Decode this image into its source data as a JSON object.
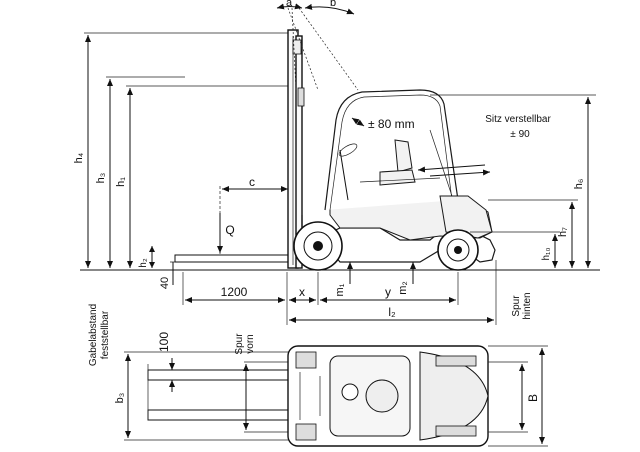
{
  "side_view": {
    "dimensions": {
      "a": "a",
      "b": "b",
      "h4": "h₄",
      "h3": "h₃",
      "h1": "h₁",
      "h2": "h₂",
      "h6": "h₆",
      "h7": "h₇",
      "h10": "h₁₀",
      "c": "c",
      "Q": "Q",
      "fork_offset": "40",
      "load_length": "1200",
      "x": "x",
      "y": "y",
      "m1": "m₁",
      "m2": "m₂",
      "l2": "l₂"
    },
    "annotations": {
      "seat_travel": "± 80 mm",
      "seat_adjust_title": "Sitz verstellbar",
      "seat_adjust_value": "± 90"
    }
  },
  "top_view": {
    "dimensions": {
      "fork_width": "100",
      "b3": "b₃",
      "B": "B"
    },
    "labels": {
      "fork_spacing_line1": "Gabelabstand",
      "fork_spacing_line2": "feststellbar",
      "track_front_line1": "Spur",
      "track_front_line2": "vorn",
      "track_rear_line1": "Spur",
      "track_rear_line2": "hinten"
    }
  }
}
